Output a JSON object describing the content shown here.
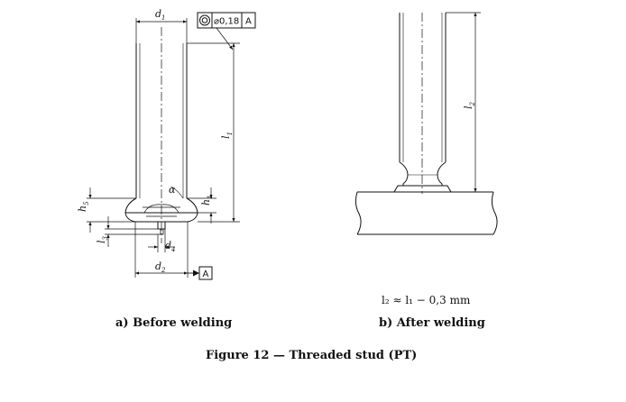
{
  "diagram_a": {
    "labels": {
      "d": "d",
      "d1_sub": "1",
      "d2_sub": "2",
      "d4_sub": "4",
      "l": "l",
      "l1_sub": "1",
      "l3_sub": "3",
      "h": "h",
      "h1_sub": "1",
      "h5_sub": "5",
      "alpha": "α",
      "datum_ref": "A"
    },
    "tolerance_frame": {
      "symbol": "concentricity",
      "value": "⌀0,18",
      "datum": "A"
    },
    "caption": "a) Before welding"
  },
  "diagram_b": {
    "labels": {
      "l": "l",
      "l2_sub": "2"
    },
    "formula": "l₂ ≈ l₁ − 0,3 mm",
    "caption": "b) After welding"
  },
  "figure_title": "Figure 12 — Threaded stud (PT)"
}
